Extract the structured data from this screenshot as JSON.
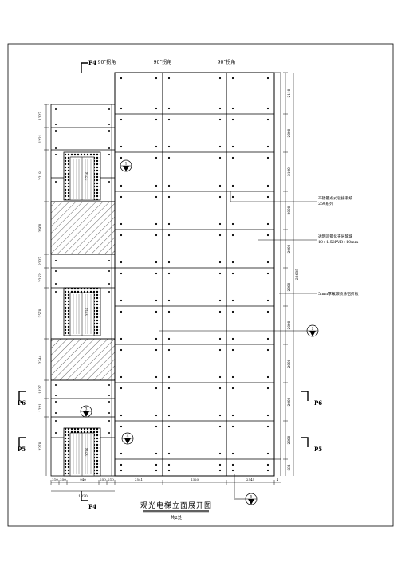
{
  "drawing": {
    "title": "观光电梯立面展开图",
    "subtitle": "共2处",
    "corner_labels": [
      "90°拐角",
      "90°拐角",
      "90°拐角"
    ],
    "section_markers": {
      "top_p4": "P4",
      "bottom_p4": "P4",
      "left_p6": "P6",
      "right_p6": "P6",
      "left_p5": "P5",
      "right_p5": "P5"
    },
    "notes": [
      "不锈钢点式驳接系统\n250系列",
      "透明双钢化夹层玻璃\n10+1.52PVB+10mm",
      "5mm厚氟碳喷涂铝折板"
    ],
    "detail_bubbles": [
      "1",
      "2",
      "3",
      "4",
      "5"
    ],
    "left_dims": [
      "1227",
      "1221",
      "2218",
      "2600",
      "2237",
      "2252",
      "2578",
      "2344",
      "1227",
      "1221",
      "2278"
    ],
    "right_dims": [
      "2110",
      "2000",
      "2100",
      "2000",
      "2000",
      "2000",
      "2000",
      "2000",
      "2000",
      "2000",
      "684"
    ],
    "right_total": "22685",
    "door_dims": [
      "2736",
      "2736",
      "2736"
    ],
    "bottom_dims": [
      "210",
      "250",
      "940",
      "250",
      "210",
      "2541",
      "1320",
      "2545"
    ],
    "bottom_total": "1320",
    "bottom_small": "4"
  }
}
